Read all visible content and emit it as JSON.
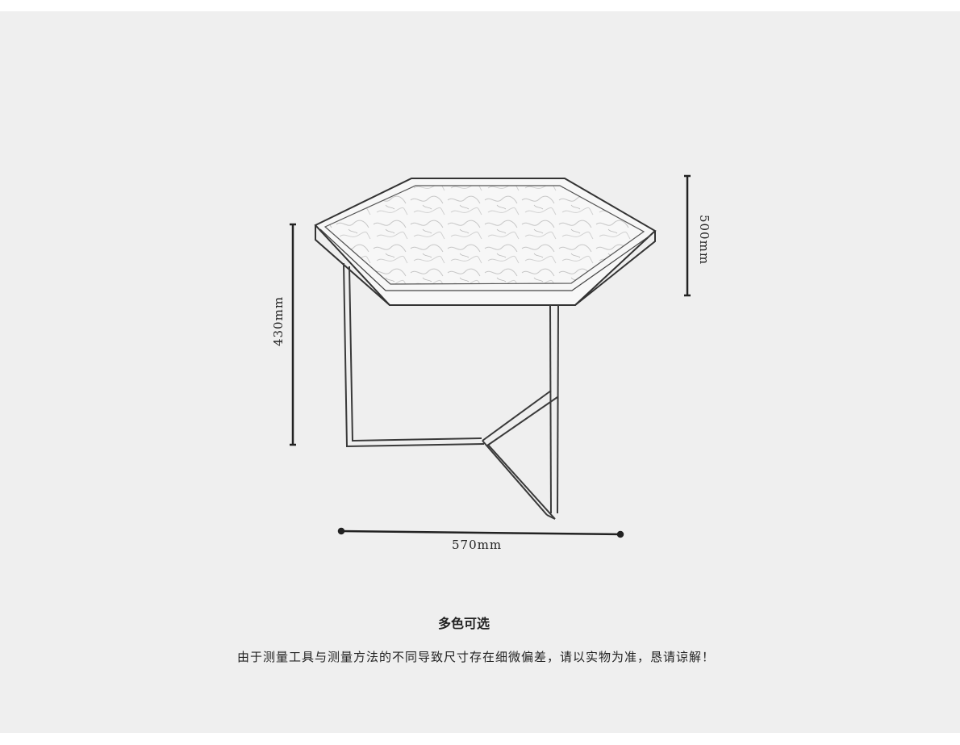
{
  "dimensions": {
    "width_label": "570mm",
    "height_left_label": "430mm",
    "height_right_label": "500mm"
  },
  "caption": {
    "title": "多色可选",
    "note": "由于测量工具与测量方法的不同导致尺寸存在细微偏差，请以实物为准，恳请谅解！"
  },
  "colors": {
    "background": "#efefef",
    "line": "#333333"
  },
  "icons": {
    "product": "hexagonal-side-table-sketch"
  }
}
